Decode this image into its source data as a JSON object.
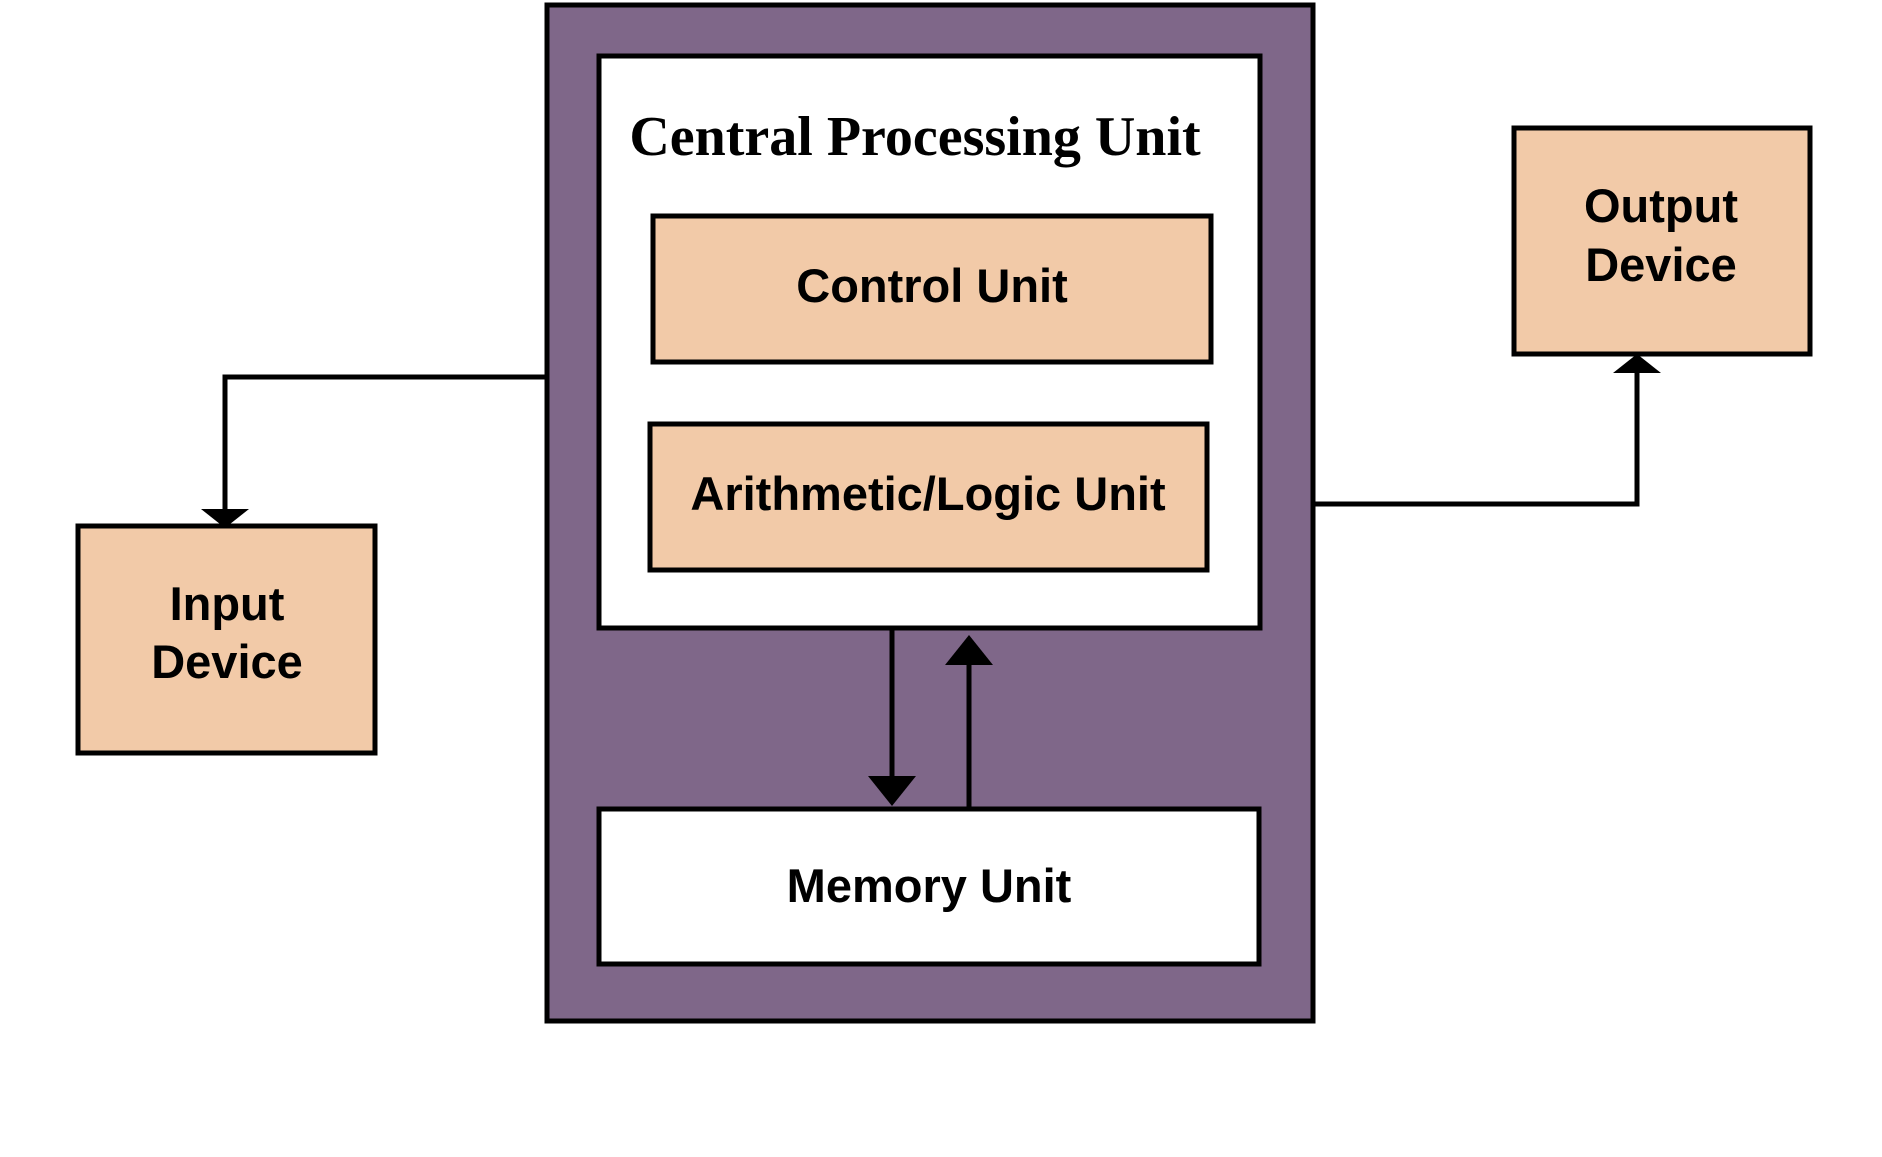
{
  "diagram": {
    "cpu_title": "Central Processing Unit",
    "control_unit": "Control Unit",
    "alu": "Arithmetic/Logic Unit",
    "memory_unit": "Memory Unit",
    "input_device": {
      "line1": "Input",
      "line2": "Device"
    },
    "output_device": {
      "line1": "Output",
      "line2": "Device"
    }
  },
  "colors": {
    "cpu_fill": "#7f6789",
    "unit_fill": "#f2caa8",
    "inner_fill": "#ffffff",
    "stroke": "#000000"
  }
}
